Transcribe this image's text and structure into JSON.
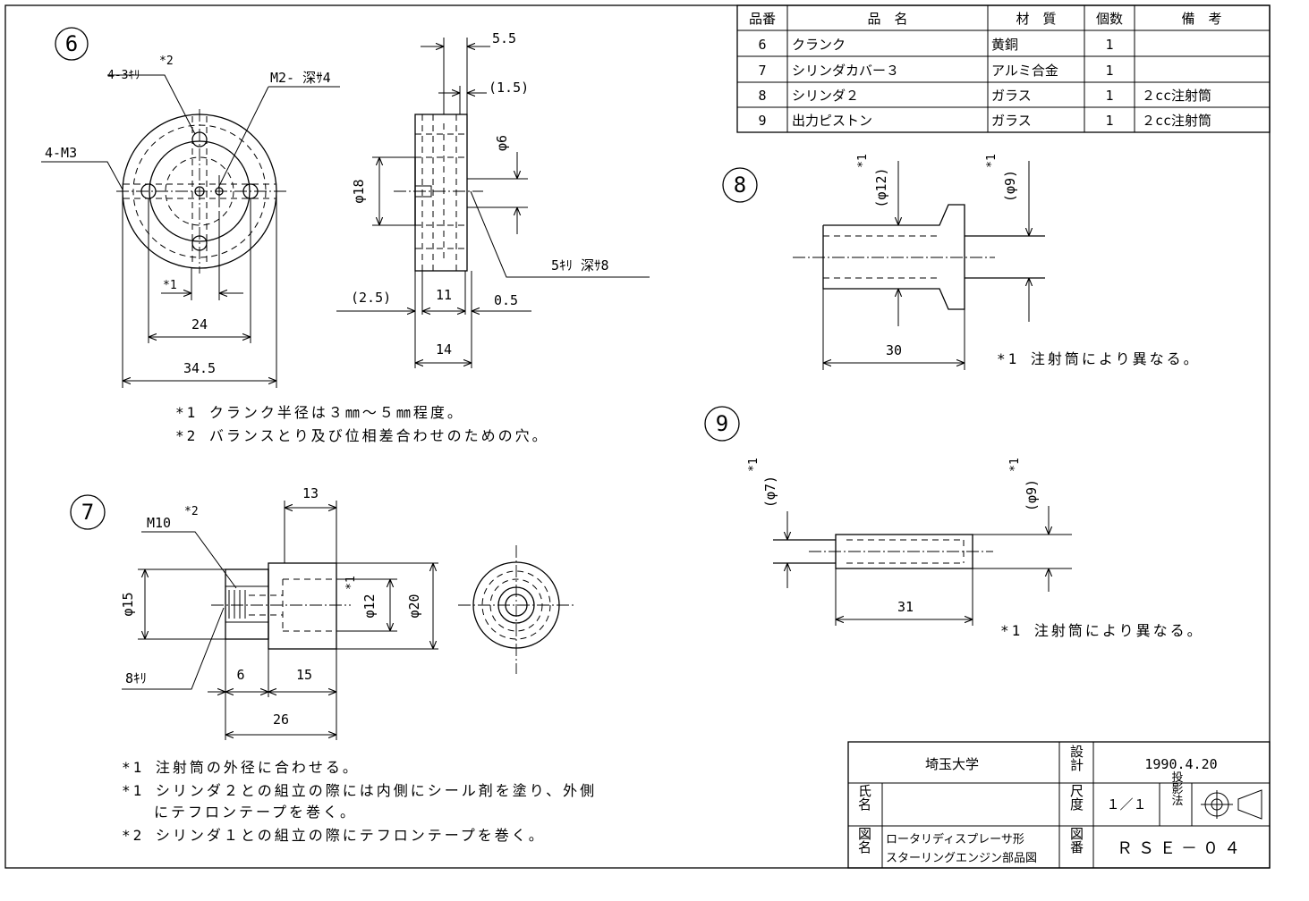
{
  "parts_table": {
    "headers": [
      "品番",
      "品　名",
      "材　質",
      "個数",
      "備　考"
    ],
    "rows": [
      [
        "6",
        "クランク",
        "黄銅",
        "1",
        ""
      ],
      [
        "7",
        "シリンダカバー３",
        "アルミ合金",
        "1",
        ""
      ],
      [
        "8",
        "シリンダ２",
        "ガラス",
        "1",
        "２cc注射筒"
      ],
      [
        "9",
        "出力ピストン",
        "ガラス",
        "1",
        "２cc注射筒"
      ]
    ]
  },
  "part6": {
    "number": "6",
    "labels": {
      "hole4": "4-3ｷﾘ",
      "hole4_sup": "*2",
      "tap": "M2- 深ｻ4",
      "m3": "4-M3",
      "star1": "*1",
      "dim24": "24",
      "dim345": "34.5",
      "dim55": "5.5",
      "dim15": "(1.5)",
      "phi6": "φ6",
      "phi18": "φ18",
      "drill5": "5ｷﾘ 深ｻ8",
      "dim25": "(2.5)",
      "dim11": "11",
      "dim05": "0.5",
      "dim14": "14"
    },
    "notes": [
      "*1 クランク半径は３㎜～５㎜程度。",
      "*2 バランスとり及び位相差合わせのための穴。"
    ]
  },
  "part7": {
    "number": "7",
    "labels": {
      "m10": "M10",
      "m10_sup": "*2",
      "dim13": "13",
      "phi15": "φ15",
      "phi12": "φ12",
      "phi12_sup": "*1",
      "phi20": "φ20",
      "drill8": "8ｷﾘ",
      "dim6": "6",
      "dim15": "15",
      "dim26": "26"
    },
    "notes": [
      "*1 注射筒の外径に合わせる。",
      "*1 シリンダ２との組立の際には内側にシール剤を塗り、外側",
      "にテフロンテープを巻く。",
      "*2 シリンダ１との組立の際にテフロンテープを巻く。"
    ]
  },
  "part8": {
    "number": "8",
    "labels": {
      "phi12": "(φ12)",
      "phi12_sup": "*1",
      "phi9": "(φ9)",
      "phi9_sup": "*1",
      "dim30": "30"
    },
    "note": "*1 注射筒により異なる。"
  },
  "part9": {
    "number": "9",
    "labels": {
      "phi7": "(φ7)",
      "phi7_sup": "*1",
      "phi9": "(φ9)",
      "phi9_sup": "*1",
      "dim31": "31"
    },
    "note": "*1 注射筒により異なる。"
  },
  "title_block": {
    "school": "埼玉大学",
    "design_label": "設計",
    "date": "1990.4.20",
    "name_label": "氏名",
    "scale_label": "尺度",
    "scale": "１／１",
    "projection_label": "投影法",
    "drawing_name_label": "図名",
    "drawing_name": [
      "ロータリディスプレーサ形",
      "スターリングエンジン部品図"
    ],
    "drawing_no_label": "図番",
    "drawing_no": "ＲＳＥ－０４"
  }
}
